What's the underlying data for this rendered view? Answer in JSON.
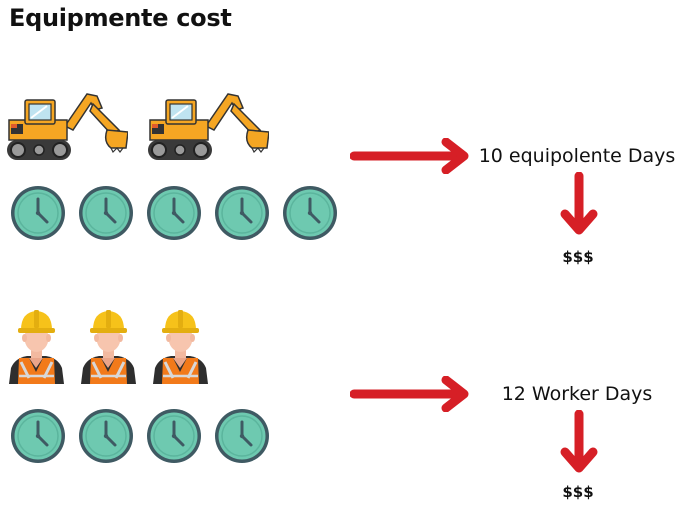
{
  "title": "Equipmente cost",
  "equipment": {
    "machines": [
      "excavator-icon",
      "excavator-icon"
    ],
    "time_units": [
      "clock-icon",
      "clock-icon",
      "clock-icon",
      "clock-icon",
      "clock-icon"
    ],
    "result_label": "10 equipolente Days",
    "cost_label": "$$$"
  },
  "labor": {
    "workers": [
      "worker-icon",
      "worker-icon",
      "worker-icon"
    ],
    "time_units": [
      "clock-icon",
      "clock-icon",
      "clock-icon",
      "clock-icon"
    ],
    "result_label": "12 Worker Days",
    "cost_label": "$$$"
  },
  "colors": {
    "arrow": "#d61f26",
    "clock_face": "#6ec9b0",
    "clock_rim": "#3f5a63",
    "excavator_body": "#f5a623",
    "helmet": "#f6c21a",
    "vest": "#f27a1a"
  }
}
